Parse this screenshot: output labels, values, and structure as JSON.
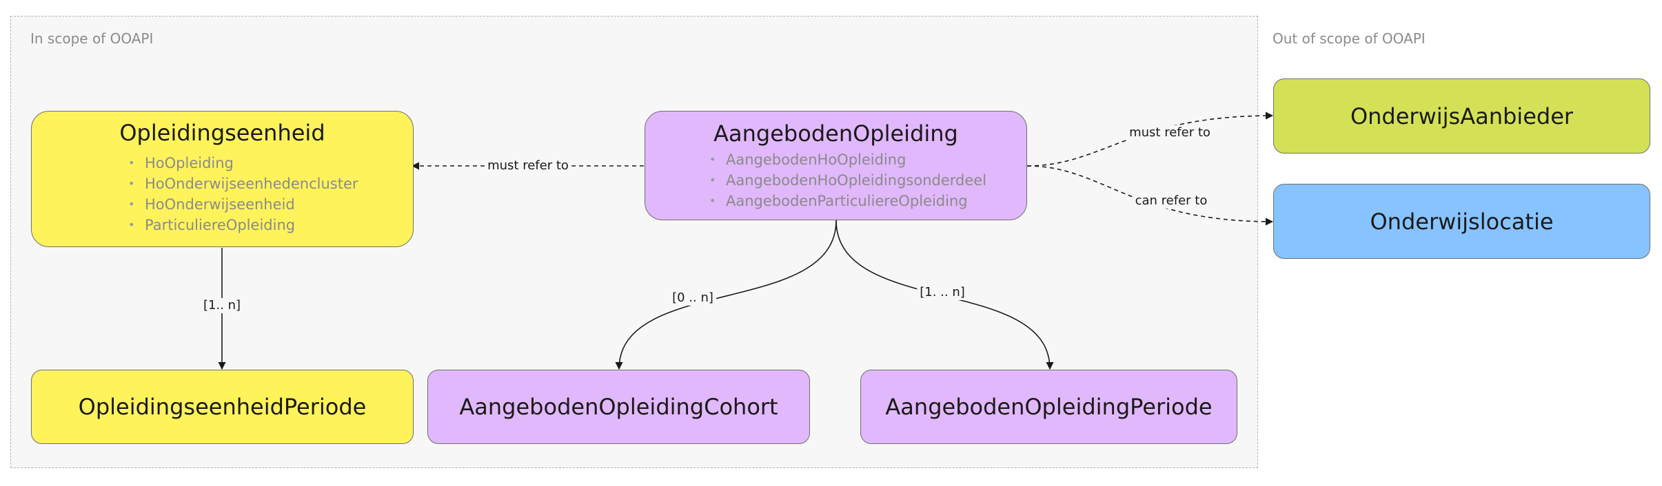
{
  "scopes": {
    "in_scope": "In scope of OOAPI",
    "out_scope": "Out of scope of OOAPI"
  },
  "nodes": {
    "opleidingseenheid": {
      "title": "Opleidingseenheid",
      "items": [
        "HoOpleiding",
        "HoOnderwijseenhedencluster",
        "HoOnderwijseenheid",
        "ParticuliereOpleiding"
      ]
    },
    "aangeboden_opleiding": {
      "title": "AangebodenOpleiding",
      "items": [
        "AangebodenHoOpleiding",
        "AangebodenHoOpleidingsonderdeel",
        "AangebodenParticuliereOpleiding"
      ]
    },
    "opleidingseenheid_periode": {
      "title": "OpleidingseenheidPeriode"
    },
    "aangeboden_opleiding_cohort": {
      "title": "AangebodenOpleidingCohort"
    },
    "aangeboden_opleiding_periode": {
      "title": "AangebodenOpleidingPeriode"
    },
    "onderwijs_aanbieder": {
      "title": "OnderwijsAanbieder"
    },
    "onderwijslocatie": {
      "title": "Onderwijslocatie"
    }
  },
  "edges": {
    "must_refer_to_left": "must refer to",
    "must_refer_to_right": "must refer to",
    "can_refer_to": "can refer to",
    "card_opleidingseenheid": "[1.. n]",
    "card_cohort": "[0 .. n]",
    "card_periode": "[1. .. n]"
  },
  "colors": {
    "yellow": "#fff35c",
    "purple": "#e1b8fb",
    "green": "#d4e157",
    "blue": "#87c3ff"
  }
}
